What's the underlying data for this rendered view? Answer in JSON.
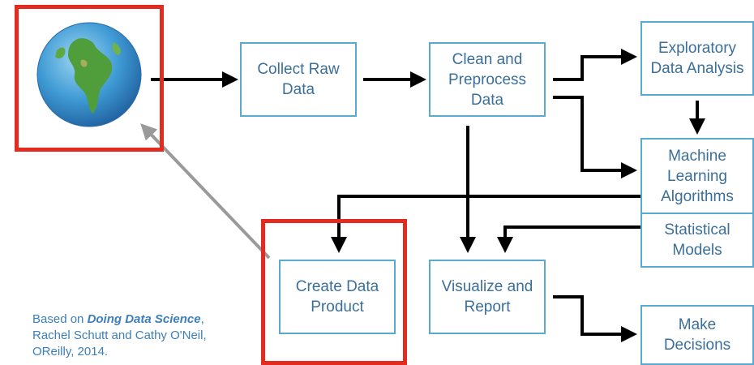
{
  "nodes": {
    "collect": "Collect Raw\nData",
    "clean": "Clean and\nPreprocess\nData",
    "eda": "Exploratory\nData Analysis",
    "ml": "Machine\nLearning\nAlgorithms",
    "stats": "Statistical\nModels",
    "product": "Create Data\nProduct",
    "visualize": "Visualize and\nReport",
    "decisions": "Make\nDecisions"
  },
  "credit": {
    "prefix": "Based on ",
    "book": "Doing Data Science",
    "suffix": ",",
    "authors": "Rachel Schutt and Cathy O'Neil,",
    "publisher": "OReilly, 2014."
  },
  "colors": {
    "box_border": "#5aa9cf",
    "box_text": "#3b6f9a",
    "highlight": "#e32b1f",
    "arrow": "#000000",
    "feedback_arrow": "#9a9a9a"
  },
  "icons": {
    "world": "globe-icon"
  }
}
